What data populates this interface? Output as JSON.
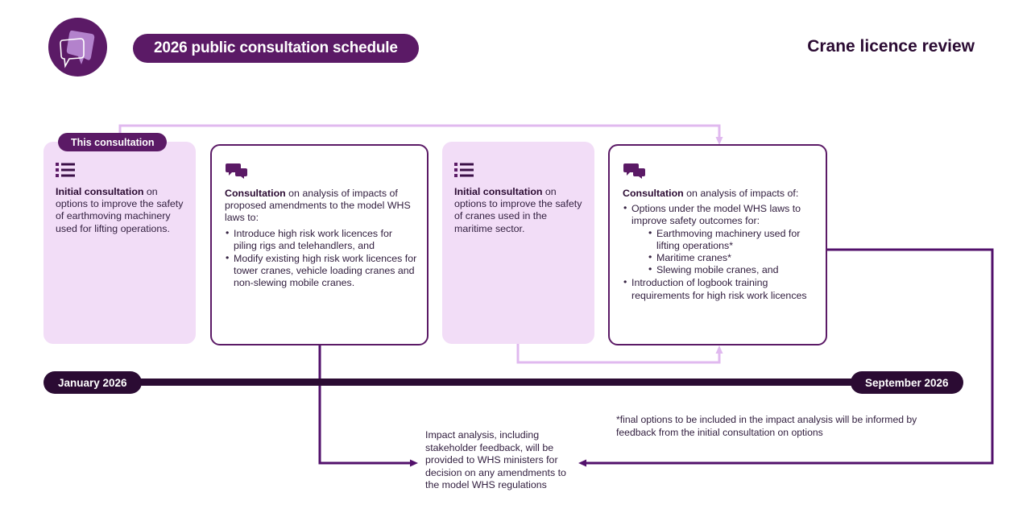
{
  "header": {
    "logo_name": "speech-bubble-logo",
    "banner_label": "2026 public consultation schedule",
    "doc_title": "Crane licence review"
  },
  "cards": [
    {
      "id": "card1",
      "badge": "This consultation",
      "icon": "list-icon",
      "lead_bold": "Initial consultation",
      "lead_rest": " on options to improve the safety of earthmoving machinery used for lifting operations."
    },
    {
      "id": "card2",
      "icon": "speech-bubbles-icon",
      "lead_bold": "Consultation",
      "lead_rest": " on analysis of impacts of proposed amendments to the model WHS laws to:",
      "bullets": [
        "Introduce high risk work licences for piling rigs and telehandlers, and",
        "Modify existing high risk work licences for tower cranes, vehicle loading cranes and non-slewing mobile cranes."
      ]
    },
    {
      "id": "card3",
      "icon": "list-icon",
      "lead_bold": "Initial consultation",
      "lead_rest": " on options to improve the safety of cranes used in the maritime sector."
    },
    {
      "id": "card4",
      "icon": "speech-bubbles-icon",
      "lead_bold": "Consultation",
      "lead_rest": " on analysis of impacts of:",
      "bullet_1": "Options under the model WHS laws to improve safety outcomes for:",
      "sub_bullets": [
        "Earthmoving machinery used for lifting operations*",
        "Maritime cranes*",
        "Slewing mobile cranes, and"
      ],
      "bullet_2": "Introduction of logbook training requirements for high risk work licences"
    }
  ],
  "timeline": {
    "start_label": "January 2026",
    "end_label": "September 2026"
  },
  "notes": {
    "impact": "Impact analysis, including stakeholder feedback, will be provided to WHS ministers for decision on any amendments to the model WHS regulations",
    "footnote": "*final options to be included in the impact analysis will be informed by feedback from the initial consultation on options"
  },
  "colors": {
    "brand_purple": "#5b1a66",
    "dark_purple": "#2b0b33",
    "card_tint": "#f2ddf7",
    "connector_light": "#e0b9ef",
    "connector_dark": "#52106b"
  }
}
